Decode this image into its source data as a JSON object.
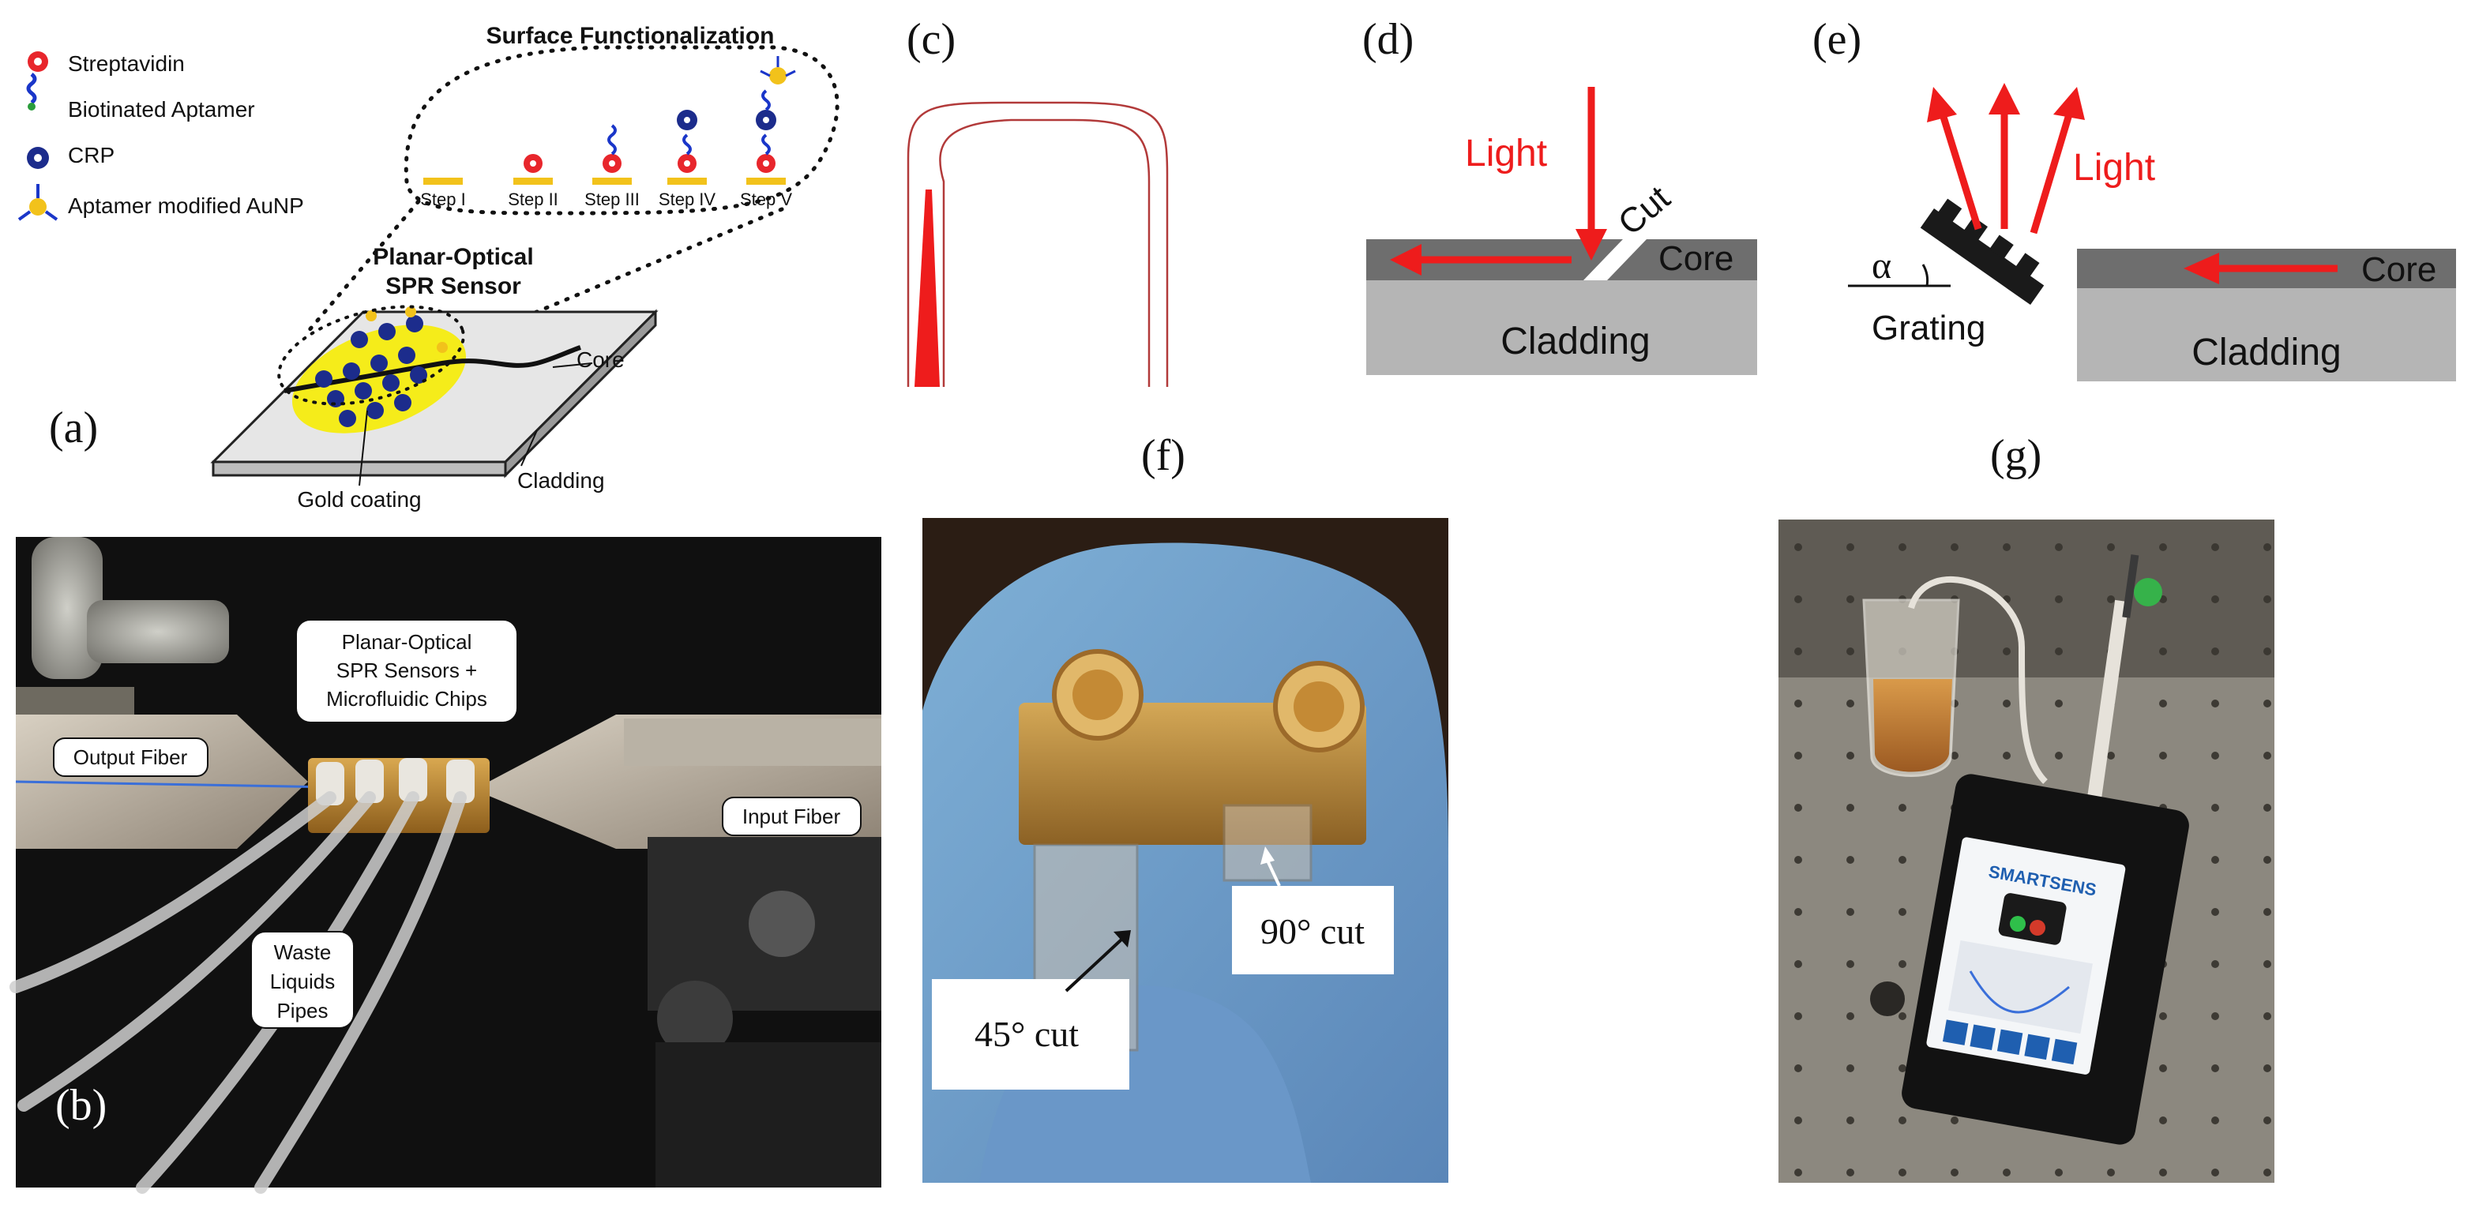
{
  "panel_labels": {
    "a": "(a)",
    "b": "(b)",
    "c": "(c)",
    "d": "(d)",
    "e": "(e)",
    "f": "(f)",
    "g": "(g)"
  },
  "panel_a": {
    "legend": [
      "Streptavidin",
      "Biotinated Aptamer",
      "CRP",
      "Aptamer modified AuNP"
    ],
    "surface_title": "Surface Functionalization",
    "steps": [
      "Step I",
      "Step II",
      "Step III",
      "Step IV",
      "Step V"
    ],
    "sensor_title_line1": "Planar-Optical",
    "sensor_title_line2": "SPR Sensor",
    "core_label": "Core",
    "cladding_label": "Cladding",
    "gold_label": "Gold coating"
  },
  "panel_b": {
    "chips_line1": "Planar-Optical",
    "chips_line2": "SPR Sensors +",
    "chips_line3": "Microfluidic Chips",
    "output_fiber": "Output Fiber",
    "input_fiber": "Input Fiber",
    "waste_line1": "Waste",
    "waste_line2": "Liquids",
    "waste_line3": "Pipes"
  },
  "panel_d": {
    "light": "Light",
    "cut": "Cut",
    "core": "Core",
    "cladding": "Cladding"
  },
  "panel_e": {
    "light": "Light",
    "alpha": "α",
    "grating": "Grating",
    "core": "Core",
    "cladding": "Cladding"
  },
  "panel_f": {
    "cut90": "90° cut",
    "cut45": "45° cut"
  },
  "panel_g": {
    "app_name": "SMARTSENS"
  },
  "colors": {
    "light_red": "#ee1c1c",
    "core_gray": "#6e6e6e",
    "cladding_gray": "#b5b5b5",
    "gold": "#f2c21b"
  }
}
